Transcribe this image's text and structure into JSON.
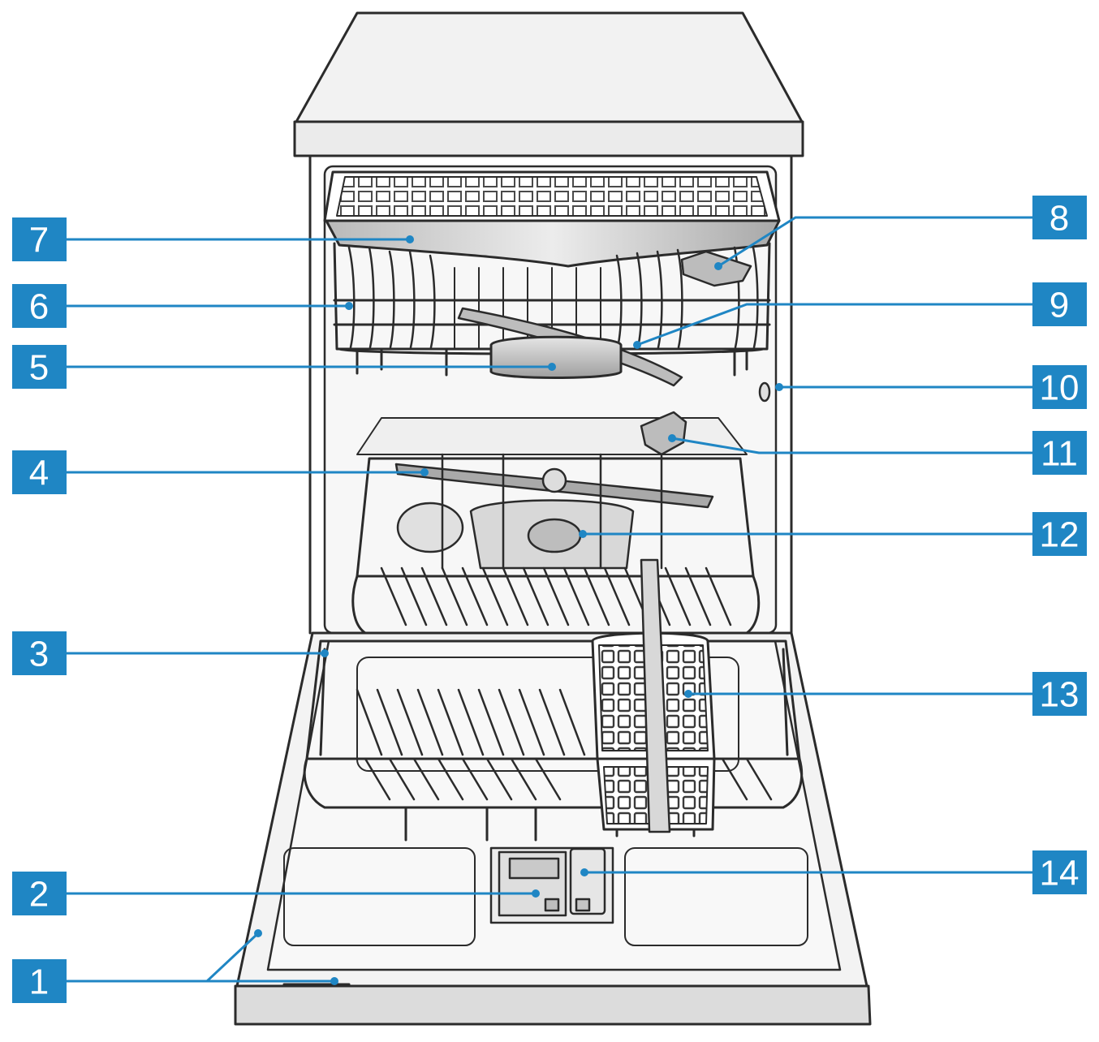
{
  "colors": {
    "callout": "#1f86c4",
    "callout_text": "#ffffff",
    "line_art": "#2b2b2b",
    "appliance_fill": "#f2f2f2",
    "tub_fill": "#f7f7f7"
  },
  "callouts": [
    {
      "id": "1",
      "label": "1"
    },
    {
      "id": "2",
      "label": "2"
    },
    {
      "id": "3",
      "label": "3"
    },
    {
      "id": "4",
      "label": "4"
    },
    {
      "id": "5",
      "label": "5"
    },
    {
      "id": "6",
      "label": "6"
    },
    {
      "id": "7",
      "label": "7"
    },
    {
      "id": "8",
      "label": "8"
    },
    {
      "id": "9",
      "label": "9"
    },
    {
      "id": "10",
      "label": "10"
    },
    {
      "id": "11",
      "label": "11"
    },
    {
      "id": "12",
      "label": "12"
    },
    {
      "id": "13",
      "label": "13"
    },
    {
      "id": "14",
      "label": "14"
    }
  ]
}
